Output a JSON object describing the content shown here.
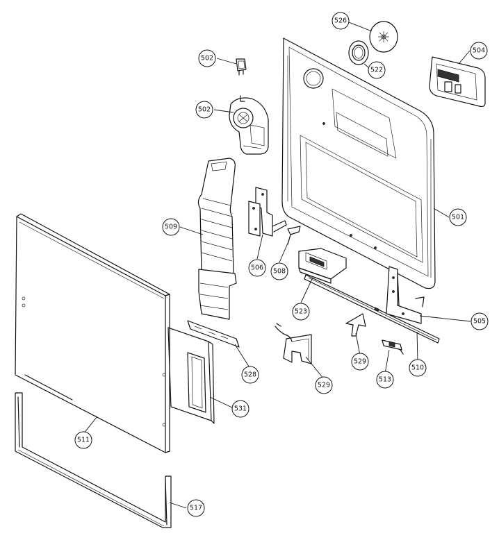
{
  "diagram": {
    "callouts": [
      {
        "id": "c526",
        "label": "526"
      },
      {
        "id": "c502a",
        "label": "502"
      },
      {
        "id": "c522",
        "label": "522"
      },
      {
        "id": "c504",
        "label": "504"
      },
      {
        "id": "c502b",
        "label": "502"
      },
      {
        "id": "c501",
        "label": "501"
      },
      {
        "id": "c509",
        "label": "509"
      },
      {
        "id": "c506",
        "label": "506"
      },
      {
        "id": "c508",
        "label": "508"
      },
      {
        "id": "c523",
        "label": "523"
      },
      {
        "id": "c505",
        "label": "505"
      },
      {
        "id": "c529a",
        "label": "529"
      },
      {
        "id": "c510",
        "label": "510"
      },
      {
        "id": "c513",
        "label": "513"
      },
      {
        "id": "c529b",
        "label": "529"
      },
      {
        "id": "c528",
        "label": "528"
      },
      {
        "id": "c531",
        "label": "531"
      },
      {
        "id": "c511",
        "label": "511"
      },
      {
        "id": "c517",
        "label": "517"
      }
    ]
  }
}
